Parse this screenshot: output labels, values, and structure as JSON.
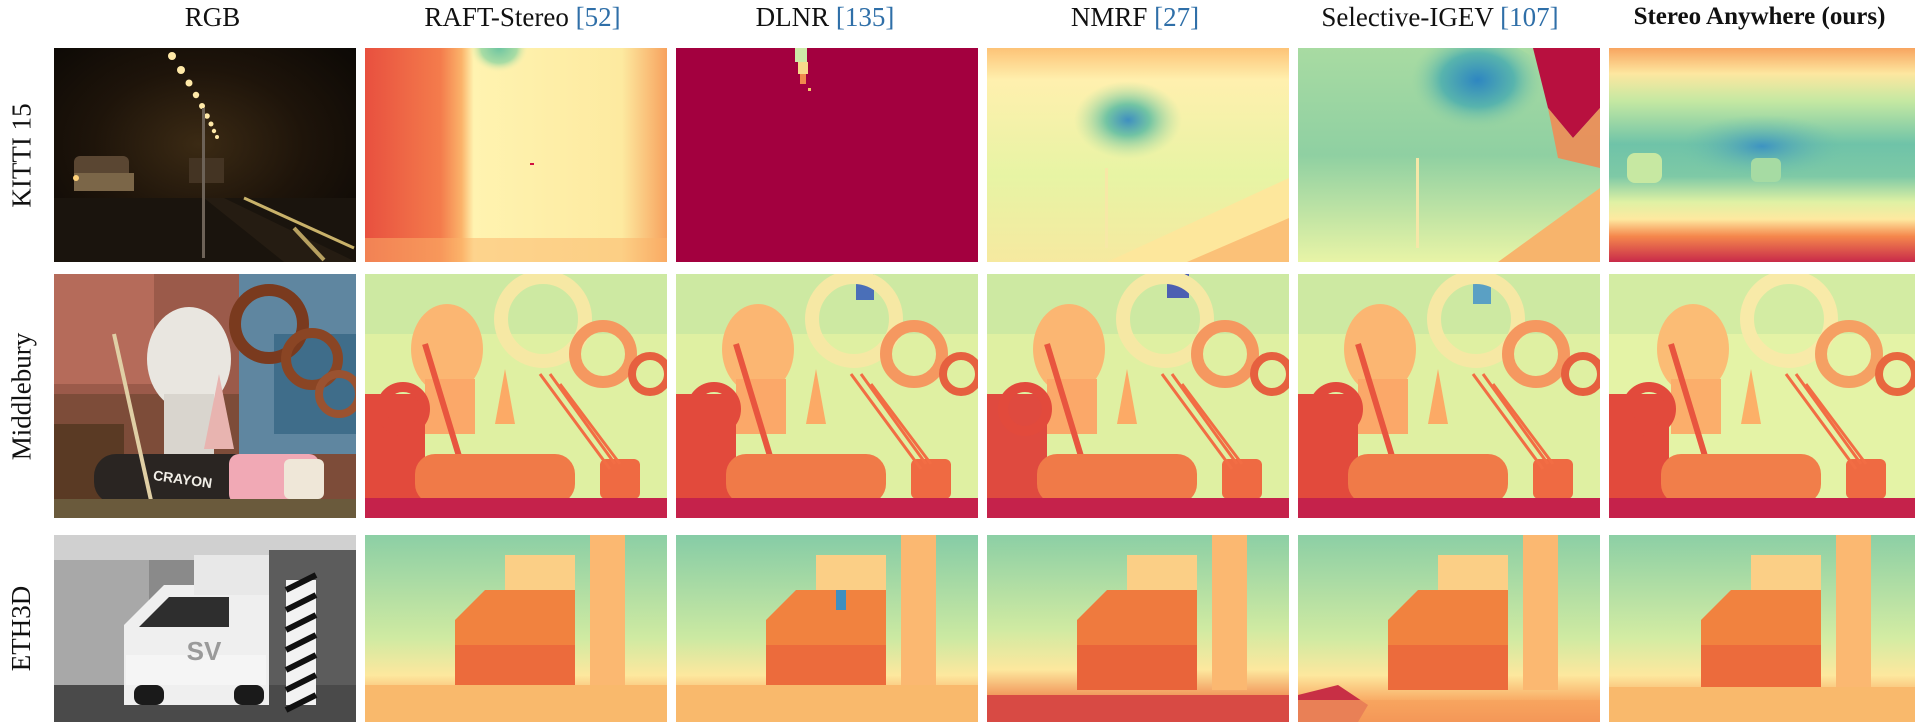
{
  "figure": {
    "columns": [
      {
        "name": "RGB",
        "ref": "",
        "bold": false
      },
      {
        "name": "RAFT-Stereo ",
        "ref": "[52]",
        "bold": false
      },
      {
        "name": "DLNR ",
        "ref": "[135]",
        "bold": false
      },
      {
        "name": "NMRF ",
        "ref": "[27]",
        "bold": false
      },
      {
        "name": "Selective-IGEV ",
        "ref": "[107]",
        "bold": false
      },
      {
        "name": "Stereo Anywhere (ours)",
        "ref": "",
        "bold": true
      }
    ],
    "rows": [
      {
        "label": "KITTI 15"
      },
      {
        "label": "Middlebury"
      },
      {
        "label": "ETH3D"
      }
    ],
    "overlay_text": {
      "crayon": "CRAYON",
      "truck_logo": "SV"
    },
    "colors": {
      "ref_blue": "#2f6fa8",
      "colormap": [
        "#9e0142",
        "#d53e4f",
        "#f46d43",
        "#fdae61",
        "#fee08b",
        "#ffffbf",
        "#e6f598",
        "#abdda4",
        "#66c2a5",
        "#3288bd",
        "#5e4fa2"
      ]
    }
  }
}
